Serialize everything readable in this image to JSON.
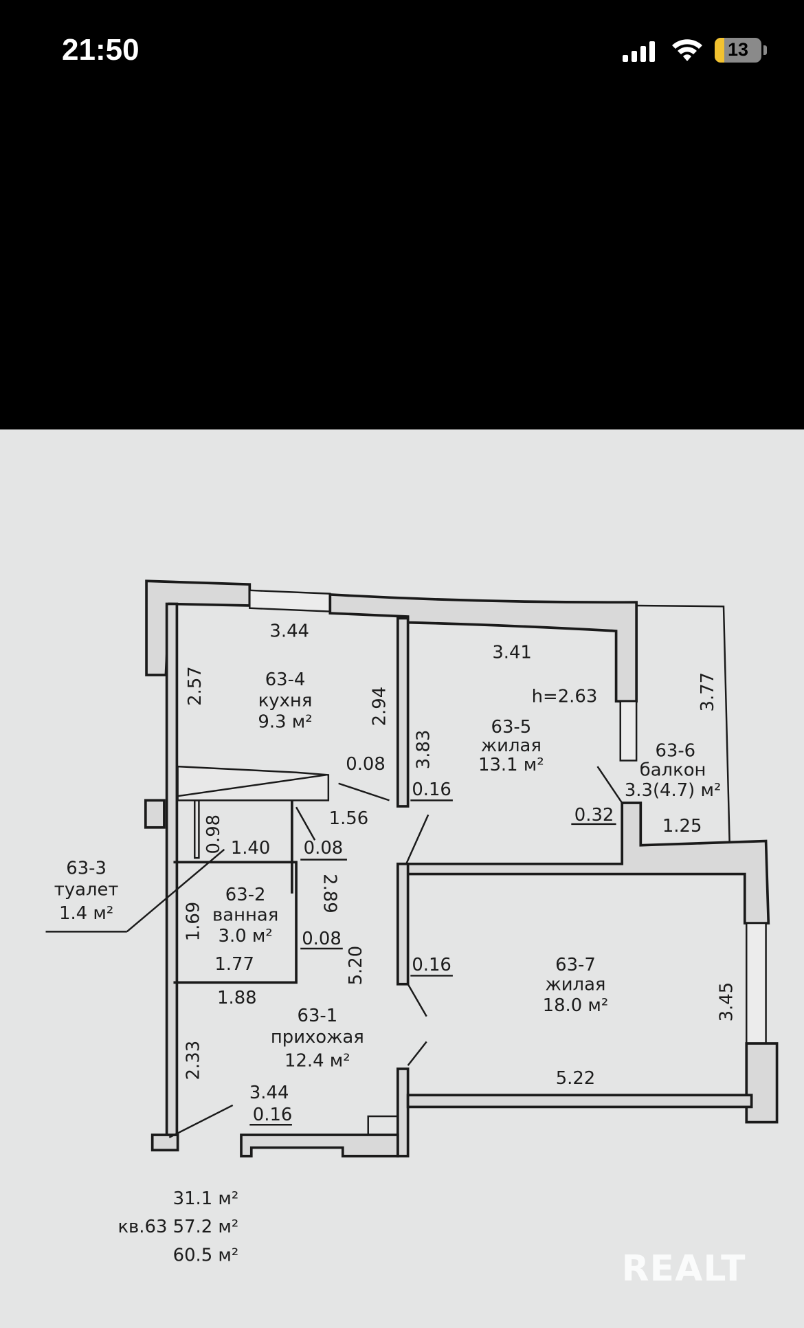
{
  "status_bar": {
    "time": "21:50",
    "battery": "13",
    "icons": [
      "cellular-signal-icon",
      "wifi-icon",
      "battery-icon"
    ]
  },
  "plan": {
    "rooms": [
      {
        "id": "63-4",
        "name": "кухня",
        "area": "9.3 м²"
      },
      {
        "id": "63-5",
        "name": "жилая",
        "area": "13.1 м²"
      },
      {
        "id": "63-6",
        "name": "балкон",
        "area": "3.3(4.7) м²"
      },
      {
        "id": "63-3",
        "name": "туалет",
        "area": "1.4 м²"
      },
      {
        "id": "63-2",
        "name": "ванная",
        "area": "3.0 м²"
      },
      {
        "id": "63-7",
        "name": "жилая",
        "area": "18.0 м²"
      },
      {
        "id": "63-1",
        "name": "прихожая",
        "area": "12.4 м²"
      }
    ],
    "ceiling_height": "h=2.63",
    "dimensions": {
      "kitchen_width": "3.44",
      "living5_width": "3.41",
      "kitchen_left": "2.57",
      "kitchen_right": "2.94",
      "living5_left": "3.83",
      "balcony_height": "3.77",
      "wall_a": "0.08",
      "wall_b": "0.16",
      "hall_1": "1.56",
      "wall_c": "0.32",
      "balcony_width": "1.25",
      "toilet_h": "0.98",
      "toilet_w": "1.40",
      "wall_d": "0.08",
      "bath_diag": "2.89",
      "bath_h": "1.69",
      "wall_e": "0.08",
      "bath_w": "1.77",
      "hall_len": "5.20",
      "wall_f": "0.16",
      "living7_h": "3.45",
      "hall_w": "1.88",
      "hall_left": "2.33",
      "living7_w": "5.22",
      "entry_w": "3.44",
      "entry_wall": "0.16"
    },
    "totals": {
      "living": "31.1 м²",
      "apartment": "кв.63 57.2 м²",
      "total": "60.5 м²"
    },
    "watermark": "REALT"
  }
}
